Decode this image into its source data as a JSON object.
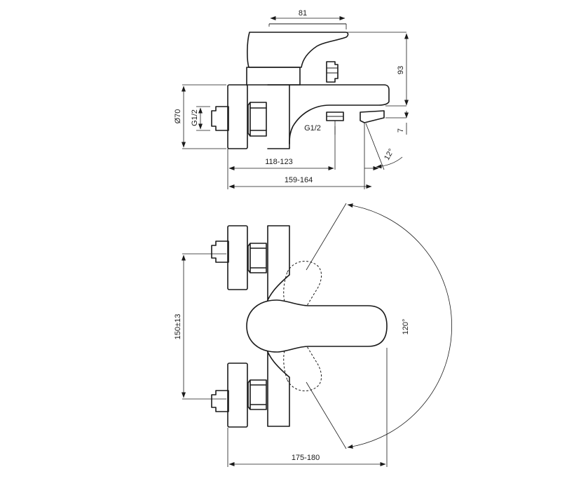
{
  "dimensions": {
    "handle_length": "81",
    "height": "93",
    "spout_drop": "7",
    "diameter": "Ø70",
    "thread_inlet": "G1/2",
    "thread_outlet": "G1/2",
    "outlet_distance": "118-123",
    "total_depth": "159-164",
    "tilt_angle": "12°",
    "centers": "150±13",
    "rotation_angle": "120°",
    "total_width": "175-180"
  }
}
